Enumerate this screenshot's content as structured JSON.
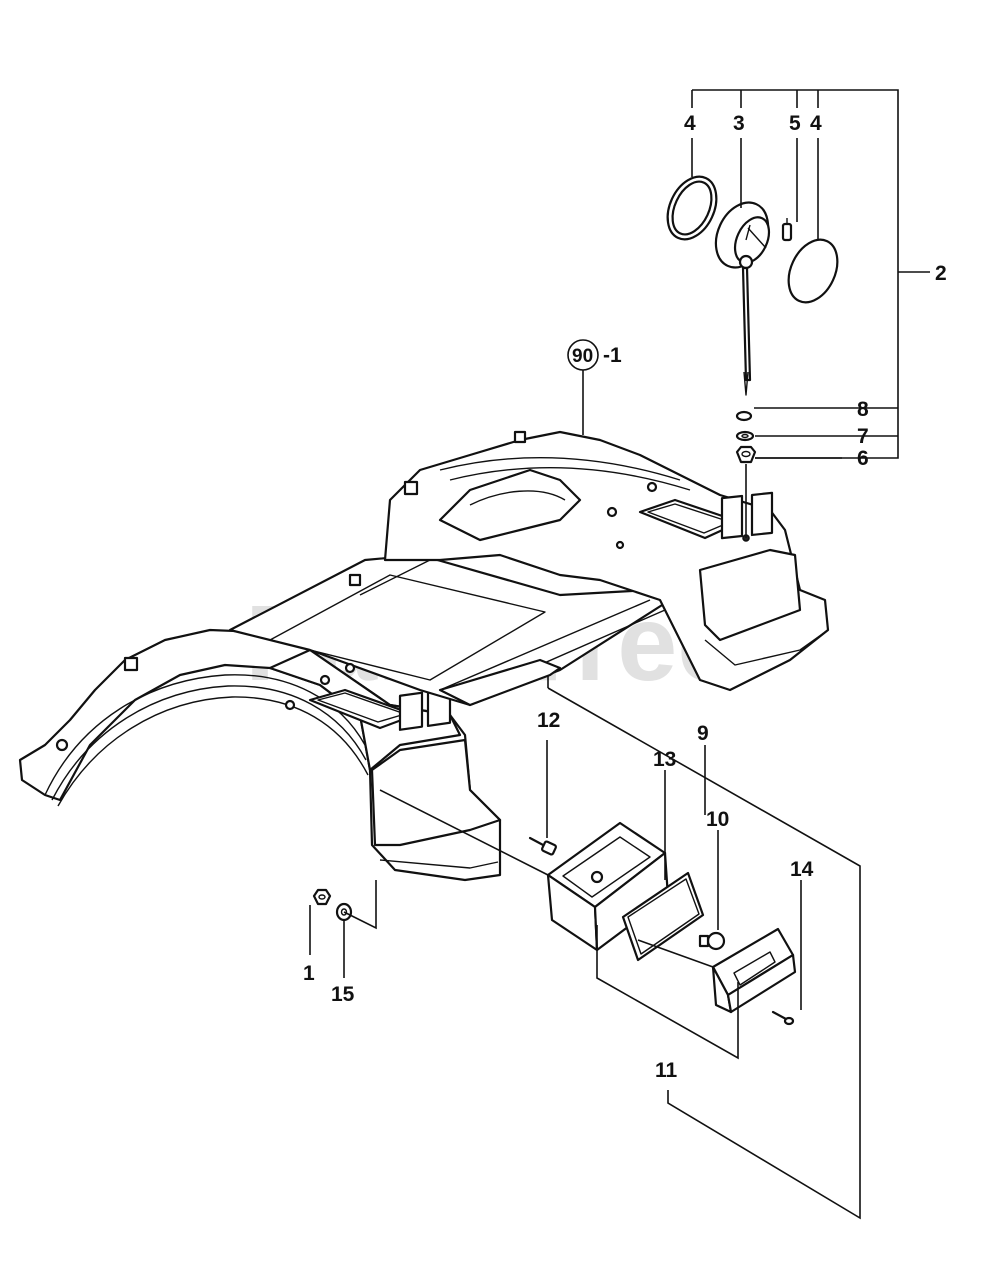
{
  "watermark": "PartsTree",
  "callouts": {
    "c1": "1",
    "c2": "2",
    "c3": "3",
    "c4a": "4",
    "c4b": "4",
    "c5": "5",
    "c6": "6",
    "c7": "7",
    "c8": "8",
    "c9": "9",
    "c10": "10",
    "c11": "11",
    "c12": "12",
    "c13": "13",
    "c14": "14",
    "c15": "15",
    "ref_circle": "90",
    "ref_suffix": "-1"
  },
  "parts": {
    "fender": "rear-fender-assembly",
    "work_light_lens": "work-light-lens",
    "work_light_housing": "work-light-housing",
    "work_light_stay": "work-light-stay",
    "bulb": "bulb",
    "nut": "nut",
    "washer": "washer",
    "plate_lamp_housing": "license-plate-lamp-housing",
    "plate_lamp_lens": "license-plate-lamp-lens",
    "plate_lamp_cover": "plate-lamp-cover",
    "screw": "screw",
    "bolt": "bolt"
  }
}
